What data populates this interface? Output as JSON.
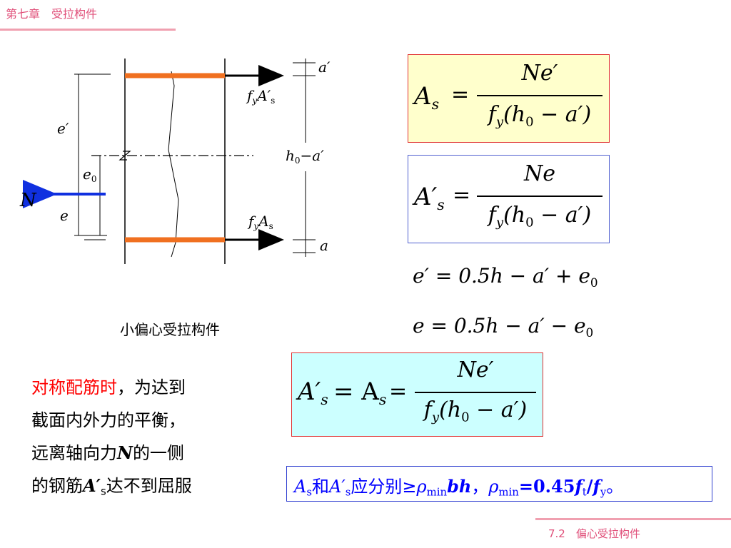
{
  "header": {
    "title": "第七章　受拉构件"
  },
  "footer": {
    "section": "7.2　偏心受拉构件"
  },
  "diagram": {
    "caption": "小偏心受拉构件",
    "labels": {
      "N": "N",
      "e_prime": "e′",
      "e0_base": "e",
      "e0_sub": "0",
      "e": "e",
      "fy_top_f": "f",
      "fy_top_sub": "y",
      "fy_top_A": "A′",
      "fy_top_s": "s",
      "fy_bot_f": "f",
      "fy_bot_sub": "y",
      "fy_bot_A": "A",
      "fy_bot_s": "s",
      "a_prime": "a′",
      "h0_h": "h",
      "h0_sub": "0",
      "h0_rest": "−a′",
      "a": "a"
    },
    "colors": {
      "bar": "#f07020",
      "arrow_N": "#1030e0"
    }
  },
  "formulas": {
    "f1": {
      "lhs": "A",
      "lhs_sub": "s",
      "eq": "=",
      "num": "Ne′",
      "den": "f",
      "den_sub": "y",
      "den_rest": "(h",
      "den_sub2": "0",
      "den_tail": " − a′)"
    },
    "f2": {
      "lhs": "A′",
      "lhs_sub": "s",
      "eq": "=",
      "num": "Ne",
      "den": "f",
      "den_sub": "y",
      "den_rest": "(h",
      "den_sub2": "0",
      "den_tail": " − a′)"
    },
    "f3": {
      "text": "e′ = 0.5h − a′ + e",
      "sub": "0"
    },
    "f4": {
      "text": "e = 0.5h − a′ − e",
      "sub": "0"
    },
    "f5": {
      "lhs": "A′",
      "lhs_sub": "s",
      "mid": "= A",
      "mid_sub": "s",
      "eq": "=",
      "num": "Ne′",
      "den": "f",
      "den_sub": "y",
      "den_rest": "(h",
      "den_sub2": "0",
      "den_tail": " − a′)"
    }
  },
  "text": {
    "red_part": "对称配筋时",
    "line1_rest": "，为达到",
    "line2": "截面内外力的平衡，",
    "line3_a": "远离轴向力",
    "line3_N": "N",
    "line3_b": "的一侧",
    "line4_a": "的钢筋",
    "line4_A": "A′",
    "line4_s": "s",
    "line4_b": "达不到屈服"
  },
  "note": {
    "A": "A",
    "s1": "s",
    "he": "和",
    "A2": "A′",
    "s2": "s",
    "mid": "应分别≥",
    "rho": "ρ",
    "min1": "min",
    "bh": "bh",
    "comma": "，",
    "rho2": "ρ",
    "min2": "min",
    "val": "=0.45",
    "f1": "f",
    "t": "t",
    "slash": "/",
    "f2": "f",
    "y": "y",
    "end": "。"
  }
}
